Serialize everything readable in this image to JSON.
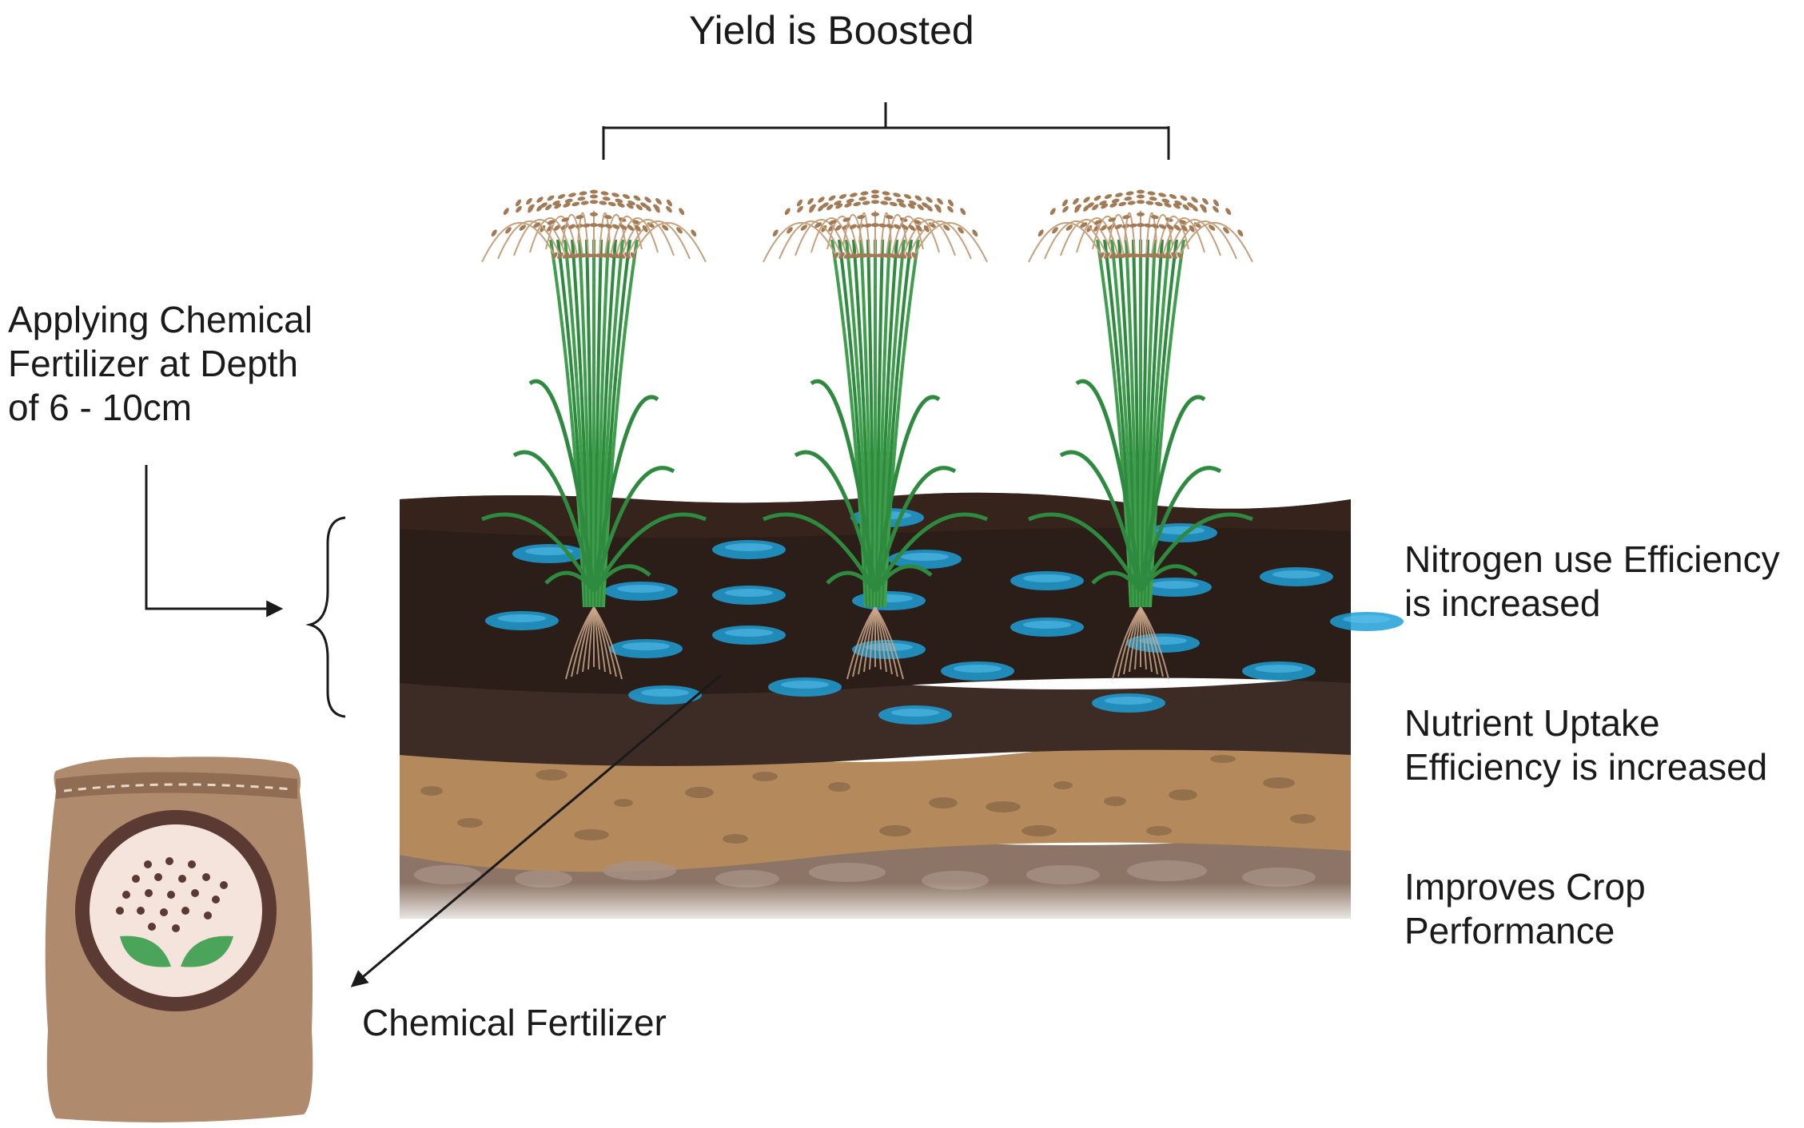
{
  "title": "Yield is Boosted",
  "application_note": {
    "lines": [
      "Applying Chemical",
      "Fertilizer at Depth",
      "of 6 - 10cm"
    ]
  },
  "benefits": [
    {
      "lines": [
        "Nitrogen use Efficiency",
        "is increased"
      ]
    },
    {
      "lines": [
        "Nutrient Uptake",
        "Efficiency is increased"
      ]
    },
    {
      "lines": [
        "Improves Crop",
        "Performance"
      ]
    }
  ],
  "fertilizer_label": "Chemical Fertilizer",
  "plants": [
    {
      "name": "rice-plant"
    },
    {
      "name": "rice-plant"
    },
    {
      "name": "rice-plant"
    }
  ],
  "colors": {
    "topsoil": "#2b1d17",
    "subsoil": "#3d2c26",
    "sand": "#b48a5c",
    "gravel": "#8c7566",
    "fertilizer_granule": "#1e9fd6",
    "leaf": "#2e8a3e",
    "grain": "#a27a55",
    "bag": "#b08a6c",
    "bag_dark": "#5a3a32"
  }
}
